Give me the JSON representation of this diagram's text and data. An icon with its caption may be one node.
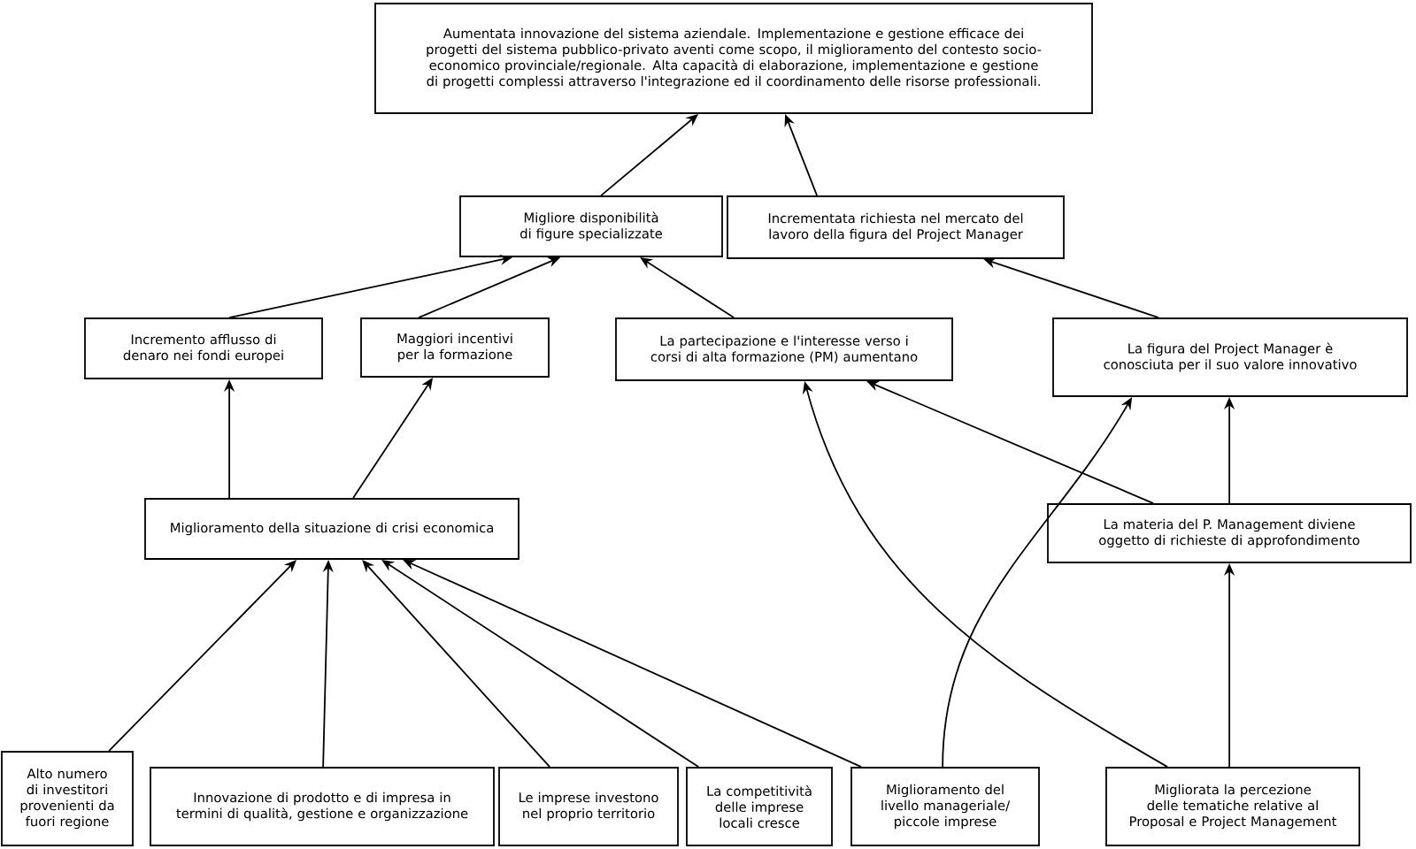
{
  "diagram": {
    "nodes": [
      {
        "text": [
          "Aumentata innovazione del sistema aziendale. Implementazione e gestione efficace dei progetti del sistema pubblico-privato aventi come scopo, il miglioramento del contesto socio-economico provinciale/regionale. Alta capacità di elaborazione, implementazione e gestione di progetti complessi attraverso l'integrazione ed il coordinamento delle risorse professionali."
        ]
      },
      {
        "text": [
          "Migliore disponibilità di figure specializzate"
        ]
      },
      {
        "text": [
          "Incrementata richiesta nel mercato del lavoro della figura del Project Manager"
        ]
      },
      {
        "text": [
          "Incremento afflusso di denaro nei fondi europei"
        ]
      },
      {
        "text": [
          "Maggiori incentivi per la formazione"
        ]
      },
      {
        "text": [
          "La partecipazione e l'interesse verso i corsi di alta formazione (PM) aumentano"
        ]
      },
      {
        "text": [
          "La figura del Project Manager è conosciuta per il suo valore innovativo"
        ]
      },
      {
        "text": [
          "Miglioramento della situazione di crisi economica"
        ]
      },
      {
        "text": [
          "La materia del P. Management diviene oggetto di richieste di approfondimento"
        ]
      },
      {
        "text": [
          "Alto numero di investitori provenienti da fuori regione"
        ]
      },
      {
        "text": [
          "Innovazione di prodotto e di impresa in termini di qualità, gestione e organizzazione"
        ]
      },
      {
        "text": [
          "Le imprese investono nel proprio territorio"
        ]
      },
      {
        "text": [
          "La competitività delle imprese locali cresce"
        ]
      },
      {
        "text": [
          "Miglioramento del livello manageriale/ piccole imprese"
        ]
      },
      {
        "text": [
          "Migliorata la percezione delle tematiche relative al Proposal e Project Management"
        ]
      }
    ],
    "edges": [
      {
        "from": 1,
        "to": 0,
        "arrow": "to"
      },
      {
        "from": 2,
        "to": 0,
        "arrow": "to"
      },
      {
        "from": 3,
        "to": 1,
        "arrow": "to"
      },
      {
        "from": 4,
        "to": 1,
        "arrow": "to"
      },
      {
        "from": 5,
        "to": 1,
        "arrow": "to"
      },
      {
        "from": 6,
        "to": 2,
        "arrow": "to"
      },
      {
        "from": 7,
        "to": 3,
        "arrow": "to"
      },
      {
        "from": 7,
        "to": 4,
        "arrow": "to"
      },
      {
        "from": 8,
        "to": 5,
        "arrow": "to"
      },
      {
        "from": 8,
        "to": 6,
        "arrow": "to"
      },
      {
        "from": 9,
        "to": 7,
        "arrow": "to"
      },
      {
        "from": 10,
        "to": 7,
        "arrow": "to"
      },
      {
        "from": 11,
        "to": 7,
        "arrow": "to"
      },
      {
        "from": 12,
        "to": 7,
        "arrow": "to"
      },
      {
        "from": 13,
        "to": 7,
        "arrow": "to"
      },
      {
        "from": 13,
        "to": 6,
        "arrow": "to"
      },
      {
        "from": 14,
        "to": 5,
        "arrow": "to"
      },
      {
        "from": 14,
        "to": 8,
        "arrow": "to"
      }
    ]
  }
}
